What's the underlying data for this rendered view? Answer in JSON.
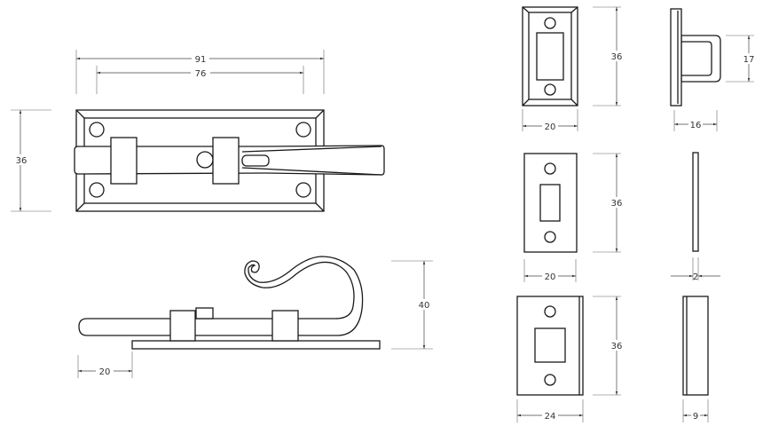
{
  "dimensions": {
    "bolt_plate_length": "91",
    "bolt_hole_spacing": "76",
    "bolt_plate_height": "36",
    "bolt_side_height": "40",
    "bolt_overhang": "20",
    "keep1_height": "36",
    "keep1_width": "20",
    "keep1_loop_height": "17",
    "keep1_depth": "16",
    "keep2_height": "36",
    "keep2_width": "20",
    "keep2_thickness": "2",
    "keep3_height": "36",
    "keep3_width": "24",
    "keep3_depth": "9"
  },
  "colors": {
    "line": "#1a1a1a",
    "background": "#ffffff"
  }
}
